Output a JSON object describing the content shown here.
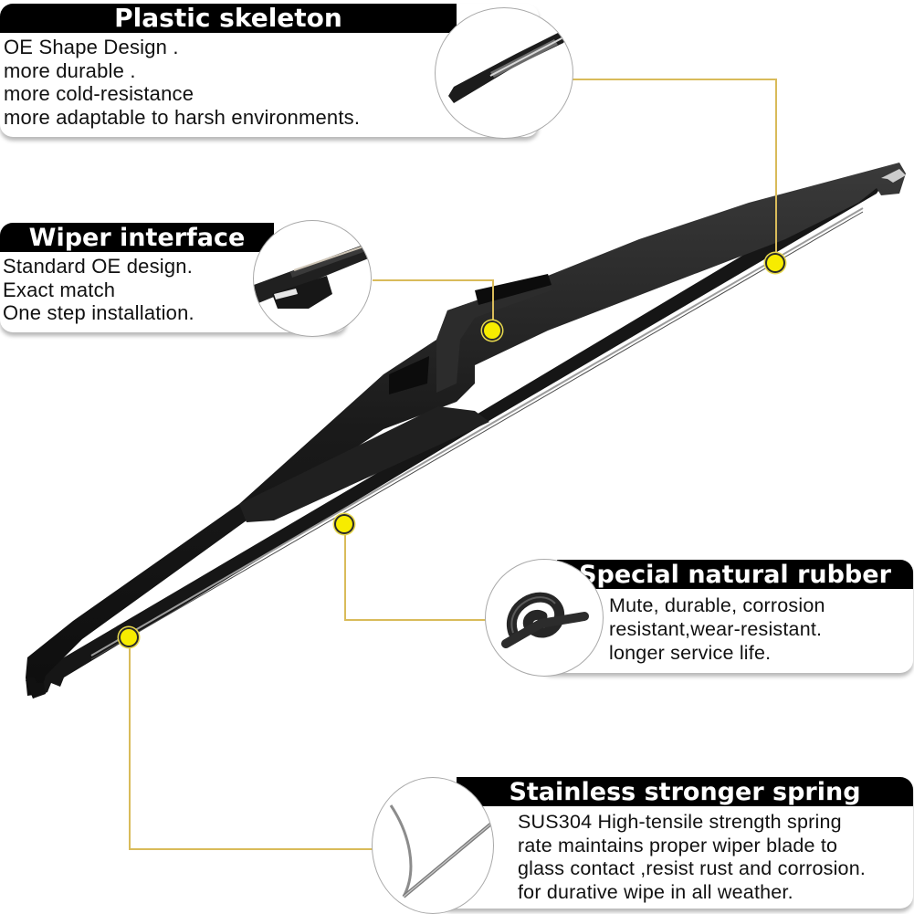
{
  "colors": {
    "title_bar": "#000000",
    "title_text": "#ffffff",
    "body_text": "#111111",
    "leader_line": "#d9bb5a",
    "marker": "#f7ec00",
    "blade": "#1b1b1b"
  },
  "callouts": [
    {
      "id": "plastic-skeleton",
      "title": "Plastic skeleton",
      "lines": [
        "OE Shape Design .",
        "more durable .",
        "more cold-resistance",
        "more adaptable to harsh environments."
      ],
      "image_icon": "wiper-end-closeup"
    },
    {
      "id": "wiper-interface",
      "title": "Wiper interface",
      "lines": [
        "Standard OE design.",
        "Exact match",
        "One step installation."
      ],
      "image_icon": "wiper-connector-closeup"
    },
    {
      "id": "special-natural-rubber",
      "title": "Special natural rubber",
      "lines": [
        "Mute, durable, corrosion",
        "resistant,wear-resistant.",
        "longer service life."
      ],
      "image_icon": "rubber-strip-closeup"
    },
    {
      "id": "stainless-stronger-spring",
      "title": "Stainless stronger spring",
      "lines": [
        "SUS304 High-tensile strength spring",
        "rate maintains proper wiper blade to",
        "glass contact ,resist rust and corrosion.",
        "for durative wipe in all weather."
      ],
      "image_icon": "steel-spring-closeup"
    }
  ]
}
